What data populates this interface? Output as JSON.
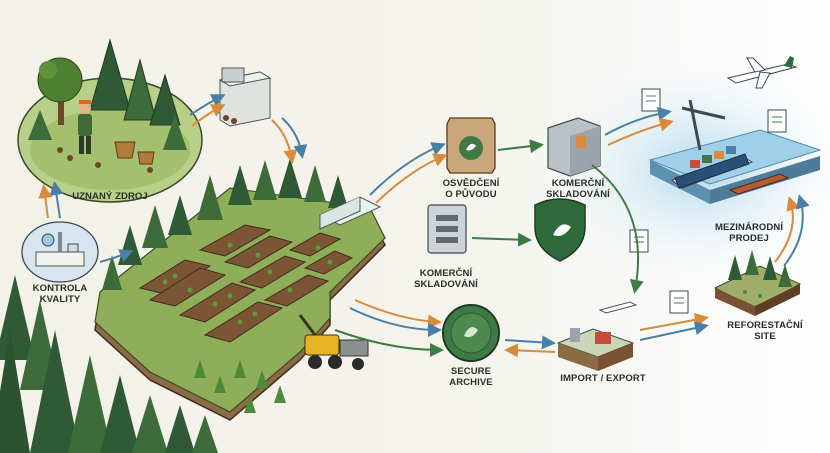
{
  "labels": {
    "uznany_zdroj": "UZNANÝ ZDROJ",
    "kontrola_line1": "KONTROLA",
    "kontrola_line2": "KVALITY",
    "osvedceni_line1": "OSVĚDČENÍ",
    "osvedceni_line2": "O PŮVODU",
    "komercni1_line1": "KOMERČNÍ",
    "komercni1_line2": "SKLADOVÁNÍ",
    "komercni2_line1": "KOMERČNÍ",
    "komercni2_line2": "SKLADOVÁNÍ",
    "secure_line1": "SECURE",
    "secure_line2": "ARCHIVE",
    "import_export": "IMPORT / EXPORT",
    "mezinarodni_line1": "MEZINÁRODNÍ",
    "mezinarodni_line2": "PRODEJ",
    "reforestacni_line1": "REFORESTAČNÍ",
    "reforestacni_line2": "SITE"
  },
  "colors": {
    "forest": "#2f5a35",
    "leaf": "#4f8a3c",
    "soil": "#7a5233",
    "arrow_orange": "#d98a3a",
    "arrow_blue": "#4a7fa6",
    "arrow_green": "#3f7a44",
    "water": "#bfe0f0"
  }
}
